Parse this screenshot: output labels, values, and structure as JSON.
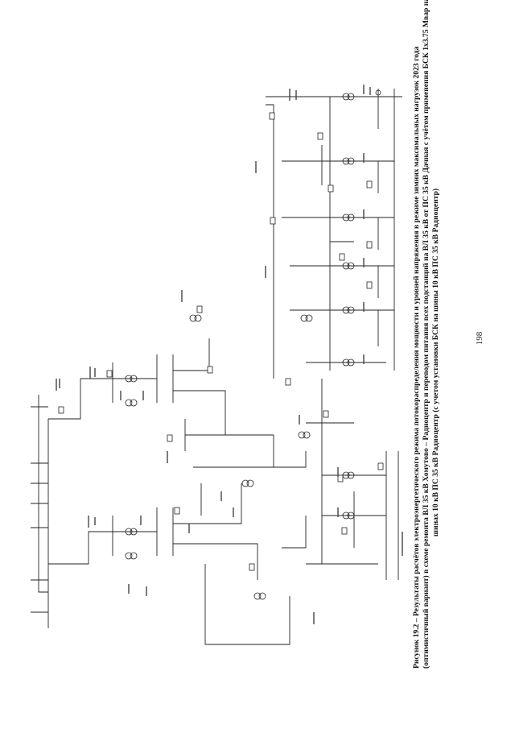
{
  "caption": {
    "line1": "Рисунок 19.2 – Результаты расчётов электроэнергетического режима потокораспределения мощности и уровней напряжения в режиме зимних максимальных нагрузок 2023 года",
    "line2": "(оптимистичный вариант) в схеме ремонта ВЛ 35 кВ Хомутово – Радиоцентр и переводом питания всех подстанций  на ВЛ 35 кВ от ПС 35 кВ Дачная с учётом применения БСК 1х3.75 Мвар на",
    "line3": "шинах 10 кВ ПС 35 кВ Радиоцентр (с учетом установки БСК на шины 10 кВ ПС 35 кВ Радиоцентр)"
  },
  "page_number": "198"
}
